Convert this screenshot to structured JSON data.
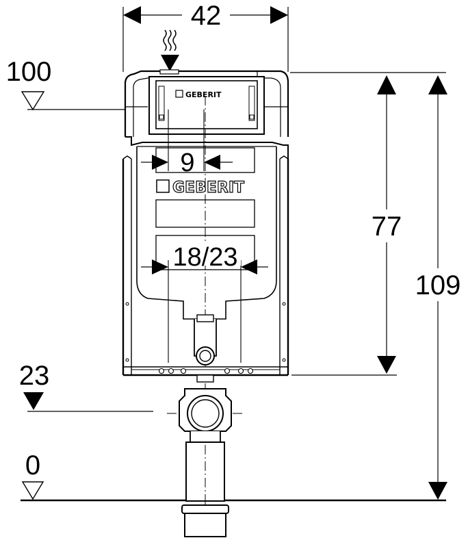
{
  "dimensions": {
    "width": "42",
    "flush_width": "9",
    "connection_width": "18/23",
    "height_frame": "77",
    "height_total": "109"
  },
  "levels": {
    "top": "100",
    "drain": "23",
    "floor": "0"
  },
  "brand": {
    "logo_top": "GEBERIT",
    "logo_main": "GEBERIT"
  },
  "icons": {
    "water_supply": "wavy-water-arrow-icon",
    "level_open": "open-triangle-level-icon",
    "level_filled": "filled-triangle-level-icon"
  }
}
